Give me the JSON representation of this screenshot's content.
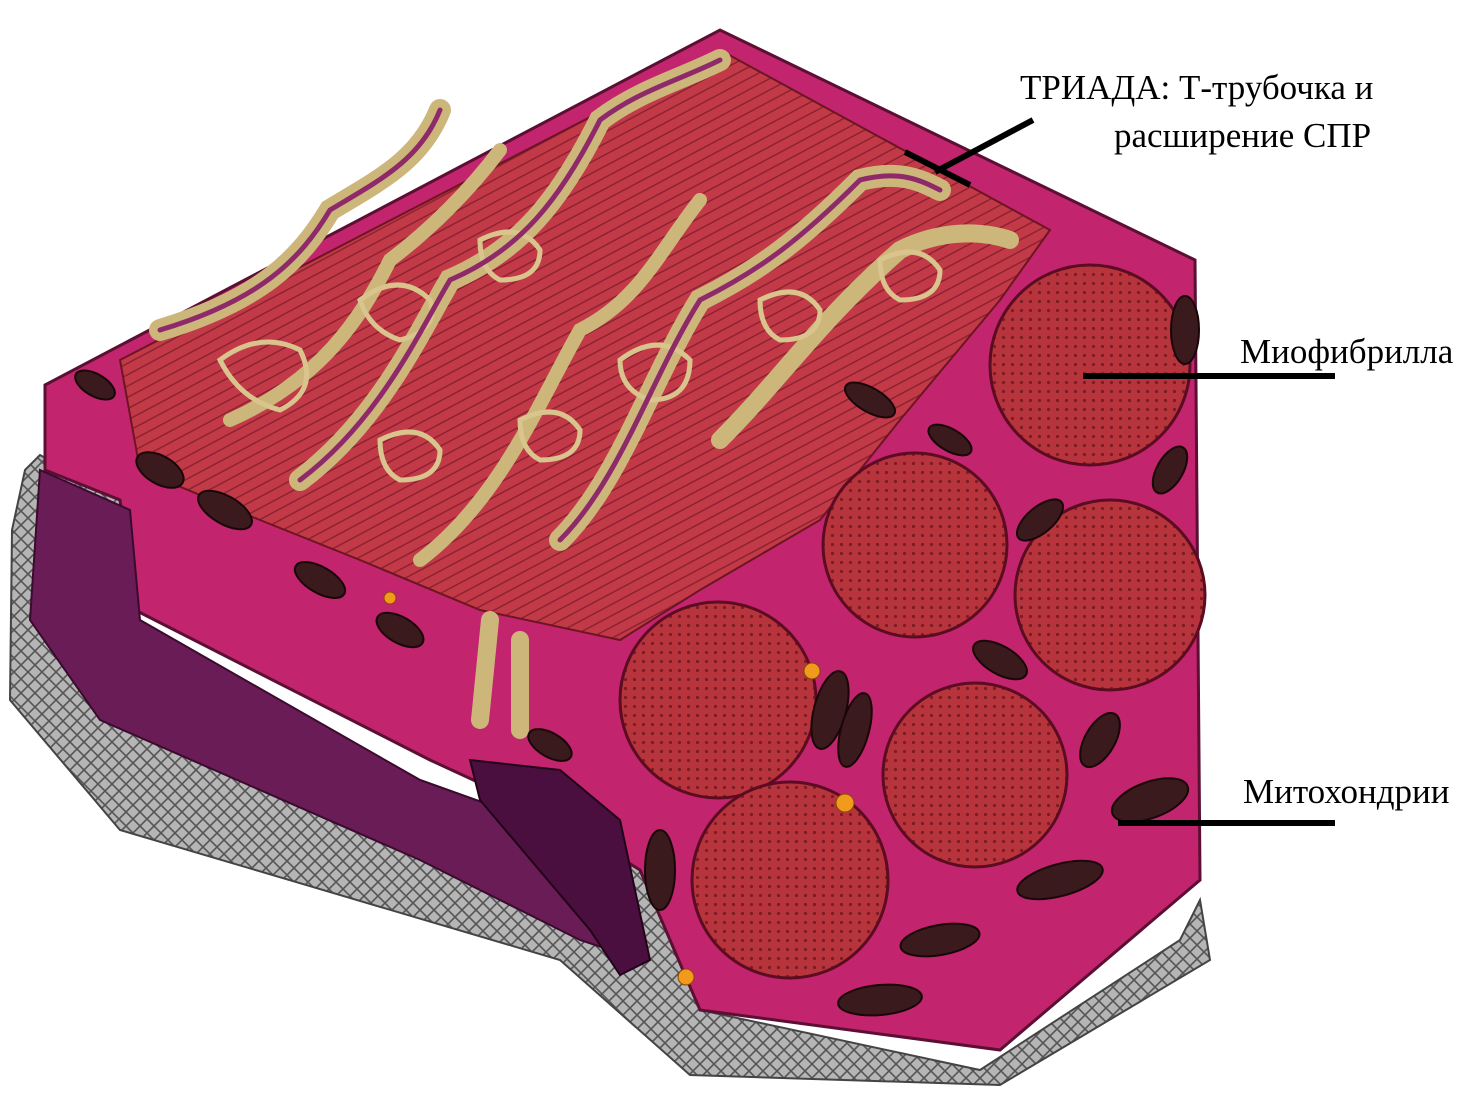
{
  "labels": {
    "triad_line1": "ТРИАДА: Т-трубочка и",
    "triad_line2": "расширение СПР",
    "myofibril": "Миофибрилла",
    "mitochondria": "Митохондрии"
  },
  "colors": {
    "background": "#ffffff",
    "sarcoplasm": "#c2246e",
    "myofibril": "#b8343c",
    "t_tubule": "#8e2a6a",
    "sarcoplasmic_reticulum": "#cdb67a",
    "mitochondria": "#3a1a1c",
    "basement_membrane": "#9a9a9a",
    "leader_line": "#000000"
  }
}
